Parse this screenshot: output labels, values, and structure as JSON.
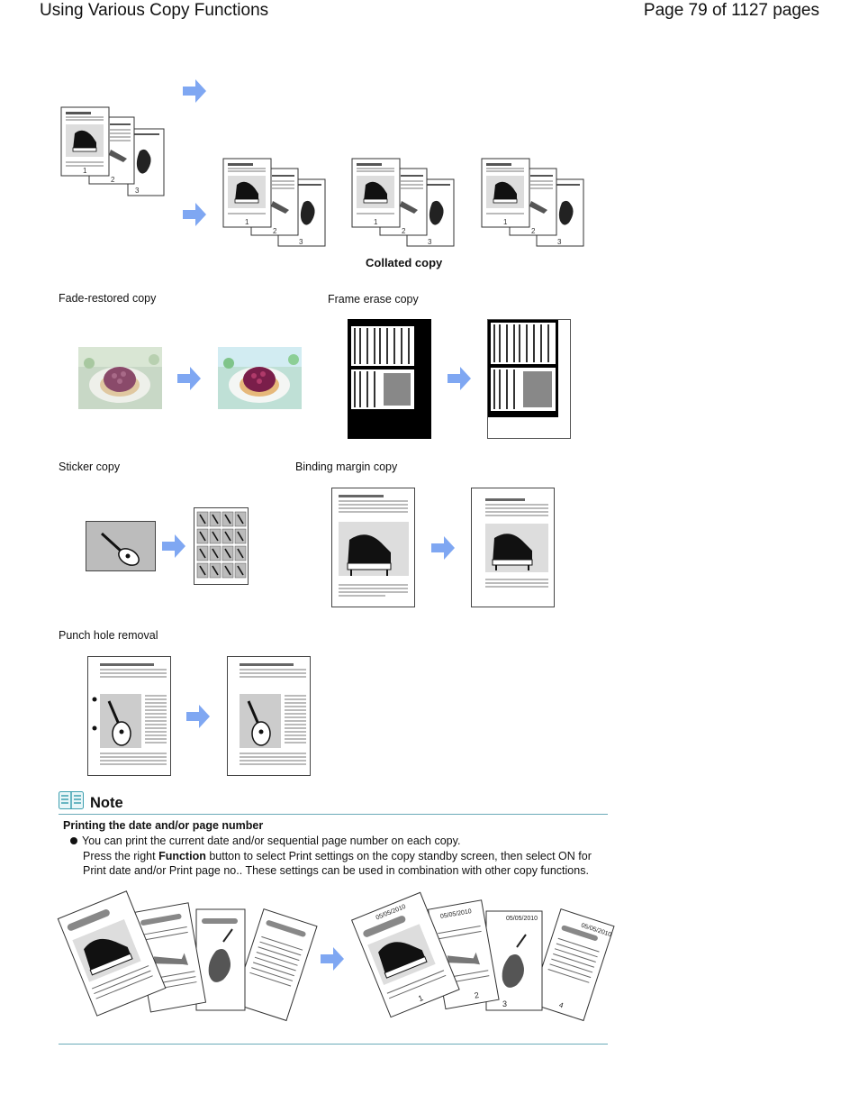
{
  "header": {
    "title": "Using Various Copy Functions",
    "page_info": "Page 79 of 1127 pages"
  },
  "collated": {
    "caption": "Collated copy",
    "page_numbers": [
      "1",
      "2",
      "3"
    ]
  },
  "sections": {
    "fade_restored": "Fade-restored copy",
    "frame_erase": "Frame erase copy",
    "sticker": "Sticker copy",
    "binding_margin": "Binding margin copy",
    "punch_hole": "Punch hole removal"
  },
  "note": {
    "heading": "Note",
    "subheading": "Printing the date and/or page number",
    "bullet_line": "You can print the current date and/or sequential page number on each copy.",
    "press_prefix": "Press the right ",
    "function_word": "Function",
    "press_suffix": " button to select Print settings on the copy standby screen, then select ON for",
    "second_line": "Print date and/or Print page no.. These settings can be used in combination with other copy functions.",
    "date_stamp": "05/05/2010"
  },
  "colors": {
    "arrow": "#7fa7f2",
    "rule": "#6aaab8",
    "note_icon": "#3fa0b0"
  },
  "icons": [
    "arrow-right-icon",
    "note-book-icon",
    "bullet-icon",
    "piano-icon",
    "trumpet-icon",
    "violin-icon",
    "guitar-icon"
  ]
}
